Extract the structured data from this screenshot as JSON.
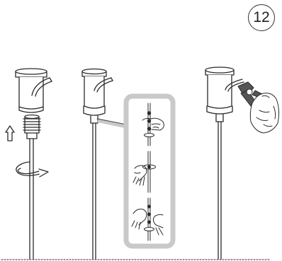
{
  "step": {
    "number": "12"
  },
  "figure": {
    "panels": [
      {
        "name": "unscrew-lampholder",
        "icons": [
          "up-arrow-icon",
          "rotate-arrow-icon"
        ]
      },
      {
        "name": "strip-and-fit-ring",
        "inset_steps": 3
      },
      {
        "name": "cut-cable-with-pliers",
        "icons": [
          "pliers-icon",
          "hand-icon"
        ]
      }
    ],
    "colors": {
      "line": "#2a2a2a",
      "inset_frame": "#c9c9c9",
      "fill": "#ffffff",
      "pliers": "#555555"
    }
  }
}
